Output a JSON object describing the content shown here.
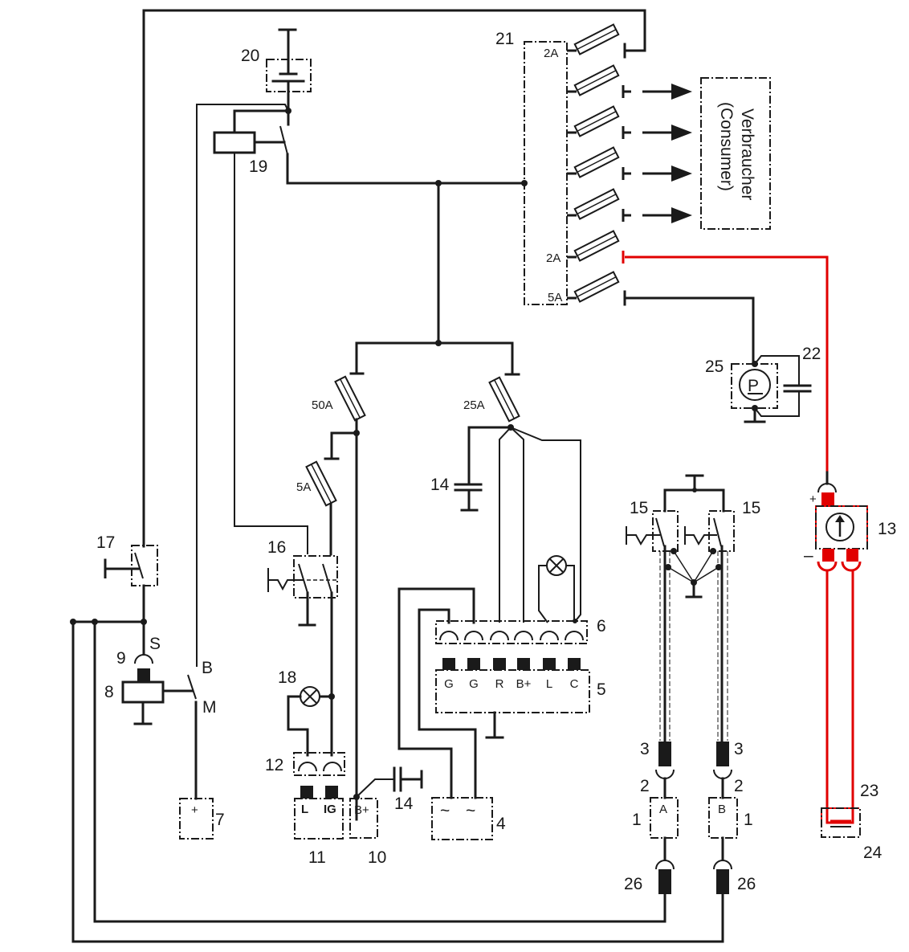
{
  "diagram": {
    "type": "electrical wiring schematic",
    "components": {
      "c1": "1",
      "c1b": "1",
      "c2": "2",
      "c2b": "2",
      "c3": "3",
      "c3b": "3",
      "c4": "4",
      "c5": "5",
      "c6": "6",
      "c7": "7",
      "c8": "8",
      "c9": "9",
      "c10": "10",
      "c11": "11",
      "c12": "12",
      "c13": "13",
      "c14a": "14",
      "c14b": "14",
      "c15a": "15",
      "c15b": "15",
      "c16": "16",
      "c17": "17",
      "c18": "18",
      "c19": "19",
      "c20": "20",
      "c21": "21",
      "c22": "22",
      "c23": "23",
      "c24": "24",
      "c25": "25",
      "c26a": "26",
      "c26b": "26"
    },
    "fuse_ratings": {
      "f21_top": "2A",
      "f21_red": "2A",
      "f21_bottom": "5A",
      "main_left": "50A",
      "main_right": "25A",
      "small": "5A"
    },
    "terminals": {
      "starter_s": "S",
      "starter_b": "B",
      "starter_m": "M",
      "battery_plus": "+",
      "alt_l": "L",
      "alt_ig": "IG",
      "alt_bplus": "B+",
      "ac_1": "~",
      "ac_2": "~",
      "reg_pins": [
        "G",
        "G",
        "R",
        "B+",
        "L",
        "C"
      ],
      "sensor_a": "A",
      "sensor_b": "B",
      "gauge_plus": "+",
      "gauge_minus": "–",
      "pump_p": "P"
    },
    "consumer_label_line1": "Verbraucher",
    "consumer_label_line2": "(Consumer)",
    "colors": {
      "wire": "#1a1a1a",
      "highlight": "#e10000"
    }
  }
}
